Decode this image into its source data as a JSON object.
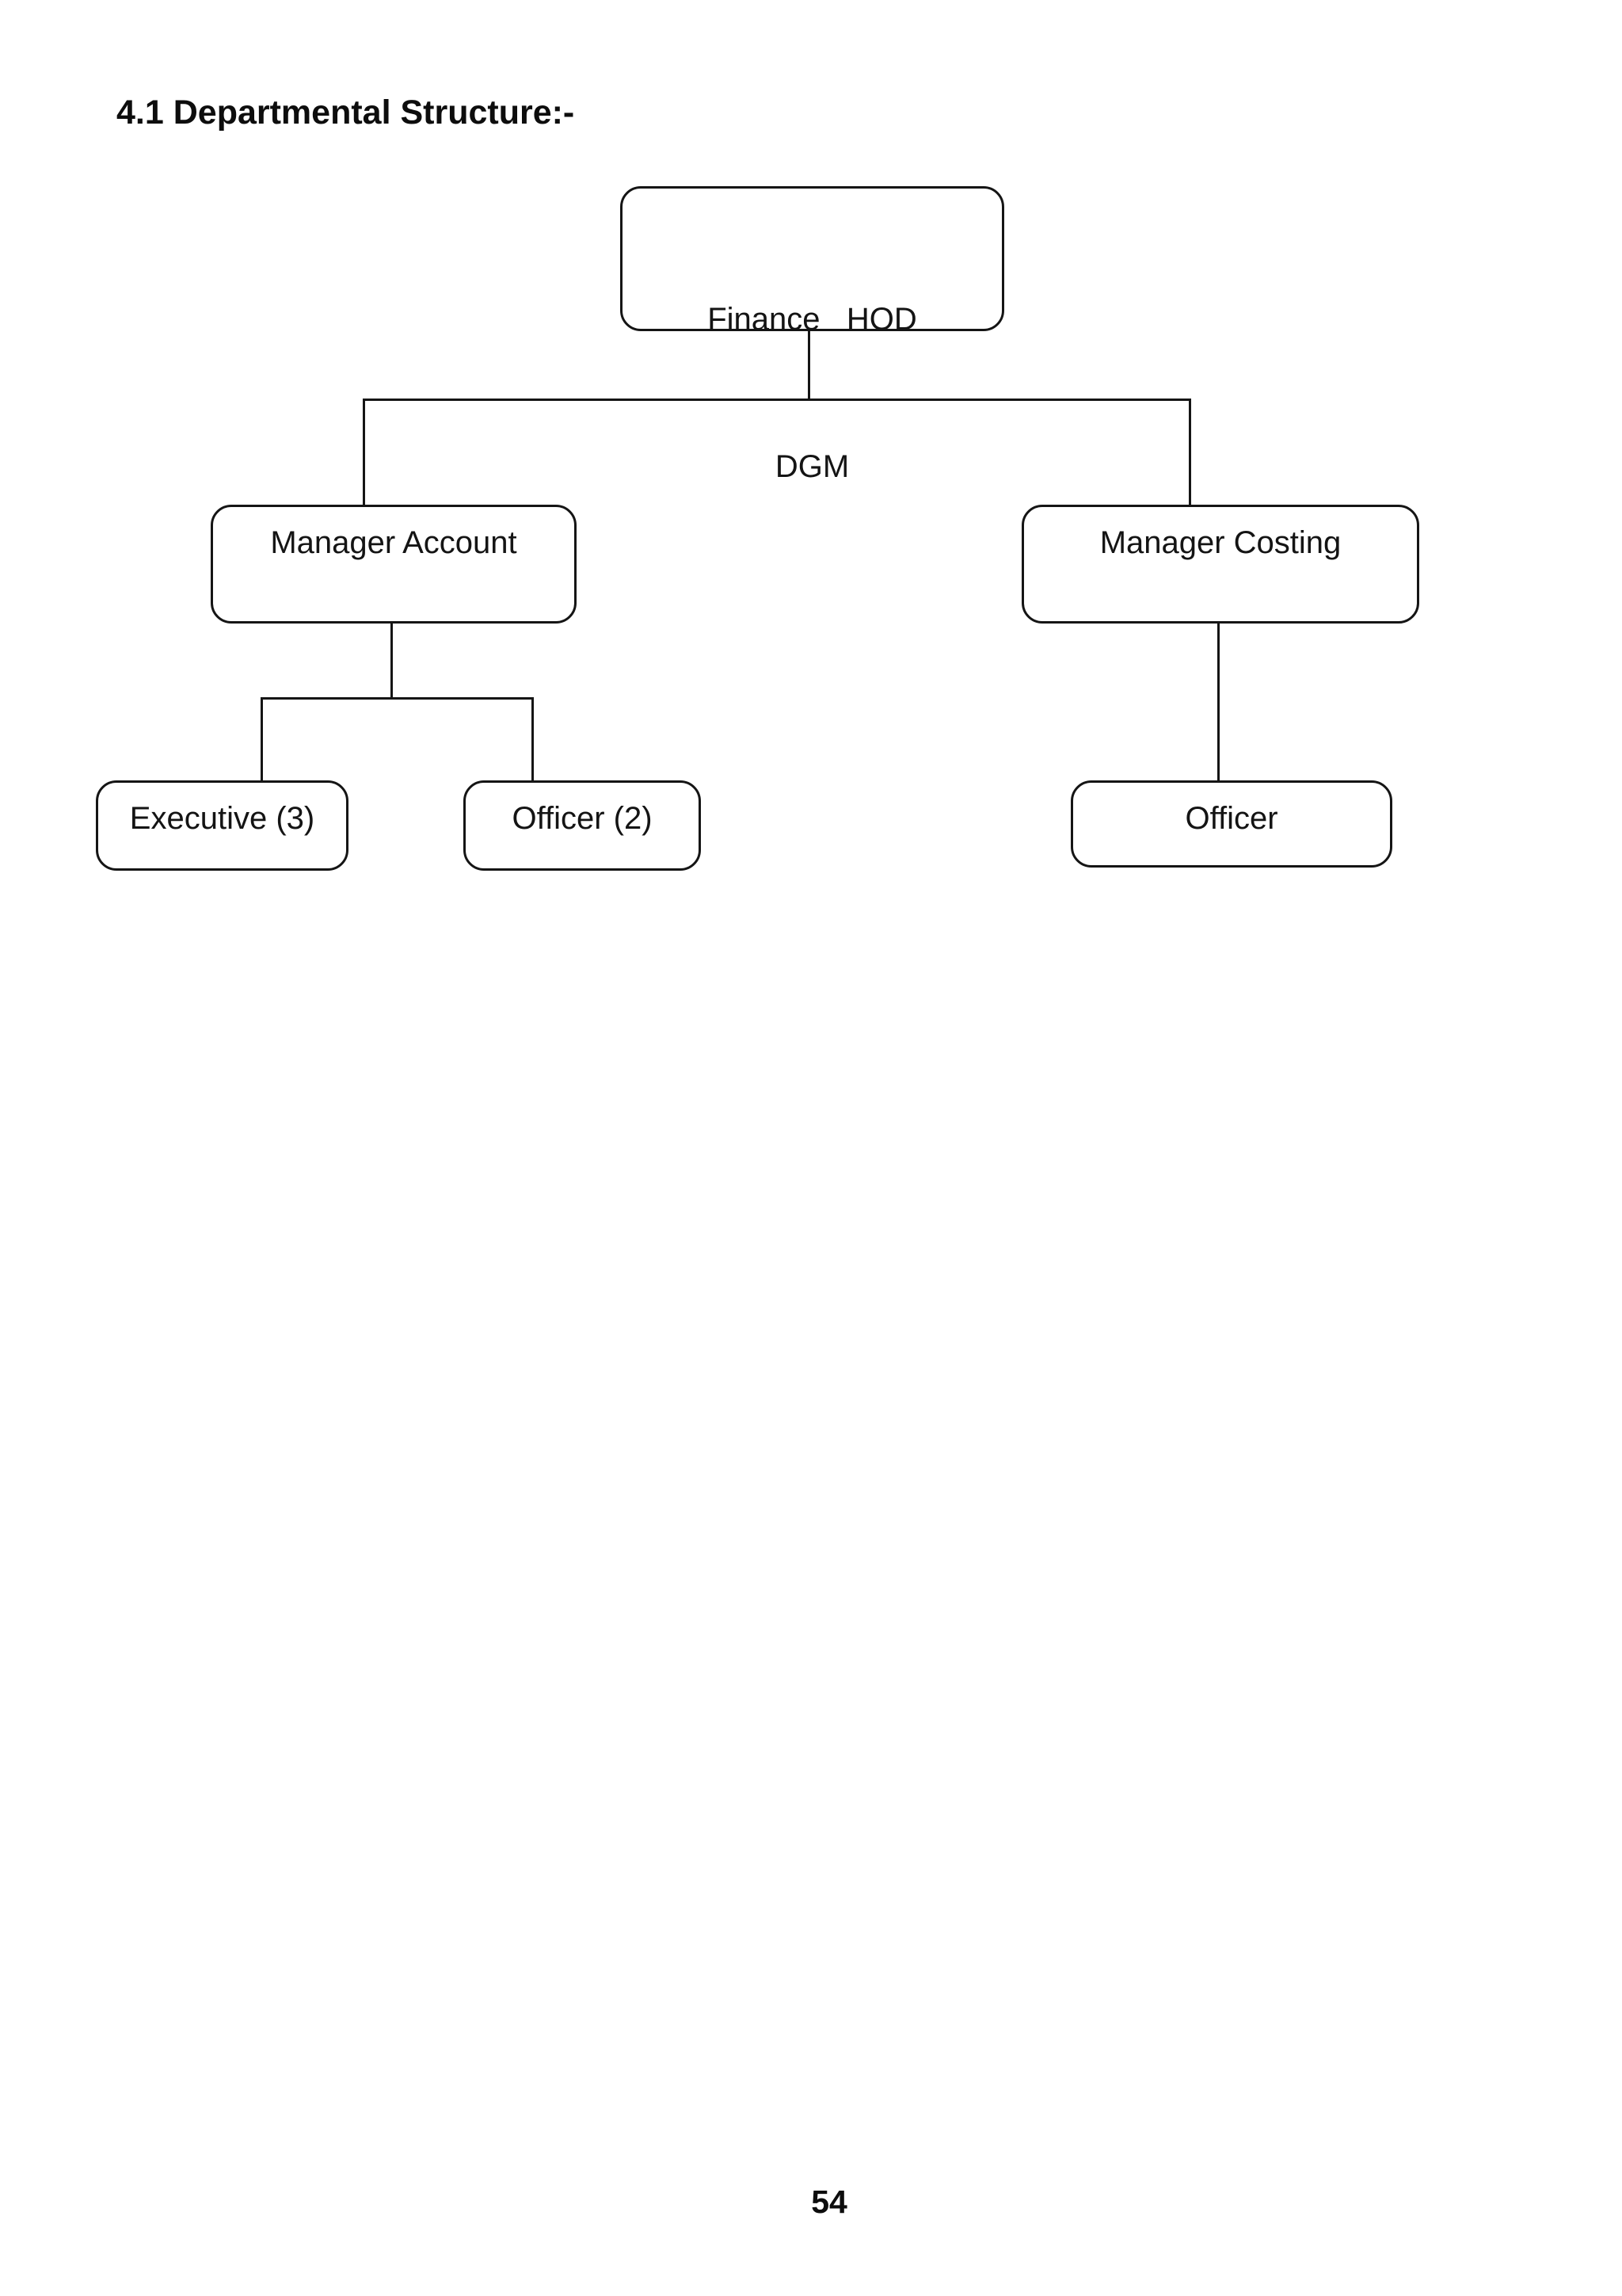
{
  "page": {
    "heading": "4.1 Departmental Structure:-",
    "page_number": "54"
  },
  "colors": {
    "ink": "#151515",
    "paper": "#ffffff"
  },
  "org_chart": {
    "type": "org-tree",
    "nodes": {
      "finance": {
        "line1": "Finance   HOD",
        "line2": "DGM"
      },
      "manager_account": {
        "label": "Manager Account"
      },
      "manager_costing": {
        "label": "Manager Costing"
      },
      "executive": {
        "label": "Executive (3)"
      },
      "officer2": {
        "label": "Officer (2)"
      },
      "officer": {
        "label": "Officer"
      }
    },
    "hierarchy": {
      "root": "Finance HOD / DGM",
      "children": [
        {
          "name": "Manager Account",
          "children": [
            "Executive (3)",
            "Officer (2)"
          ]
        },
        {
          "name": "Manager Costing",
          "children": [
            "Officer"
          ]
        }
      ]
    }
  }
}
